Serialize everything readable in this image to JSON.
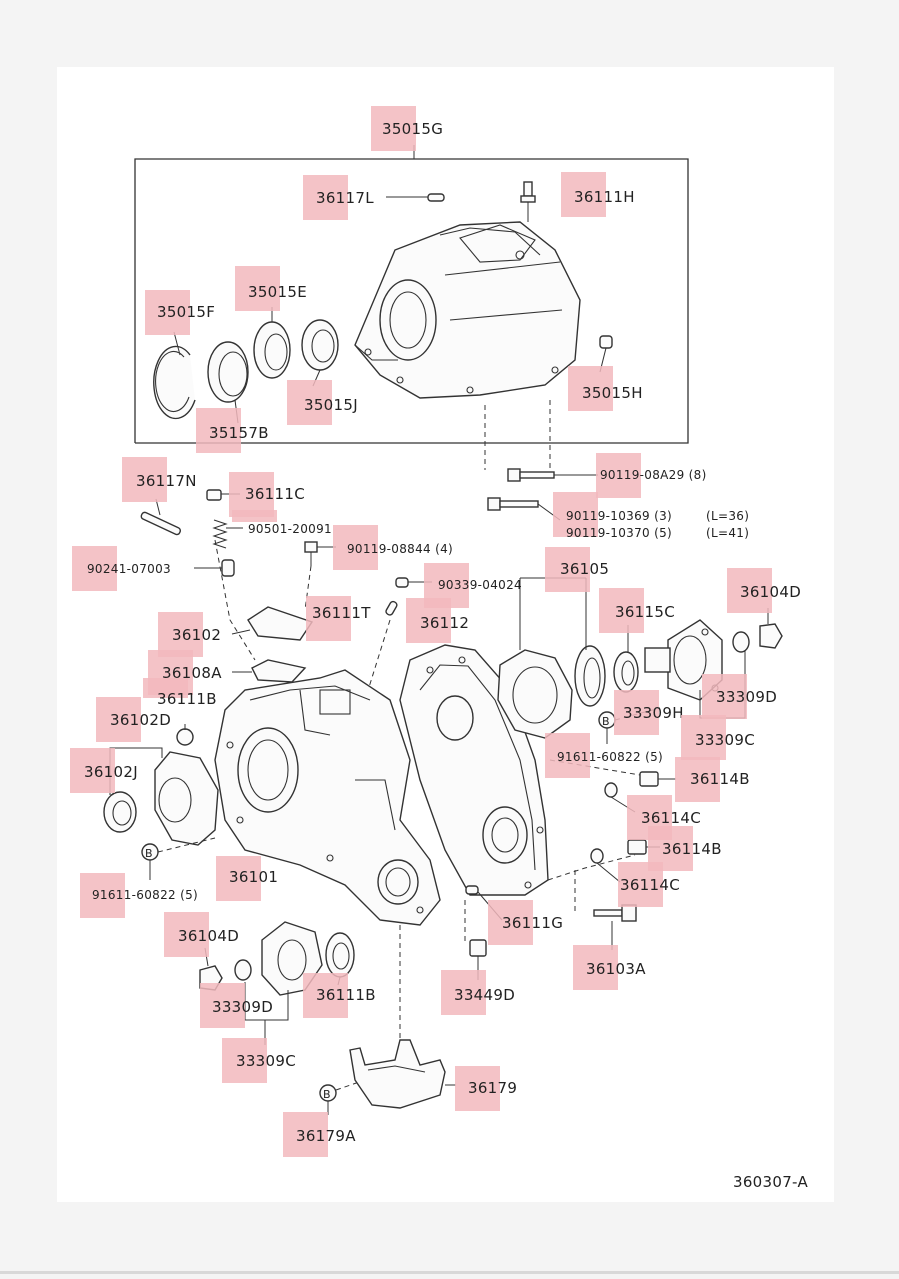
{
  "diagram": {
    "reference_code": "360307-A",
    "marker_letter": "B",
    "highlight_color": "#f2b8bd",
    "labels": {
      "p35015G": "35015G",
      "p36117L": "36117L",
      "p36111H": "36111H",
      "p35015E": "35015E",
      "p35015F": "35015F",
      "p35015J": "35015J",
      "p35015H": "35015H",
      "p35157B": "35157B",
      "p36117N": "36117N",
      "p36111C": "36111C",
      "p90501": "90501-20091",
      "p90119_08844": "90119-08844 (4)",
      "p90241": "90241-07003",
      "p90119_08A29": "90119-08A29 (8)",
      "p90119_10369": "90119-10369 (3)",
      "p90119_10370": "90119-10370 (5)",
      "p90339": "90339-04024",
      "p36105": "36105",
      "p36104D_top": "36104D",
      "p36111T": "36111T",
      "p36112": "36112",
      "p36115C": "36115C",
      "p36102": "36102",
      "p36108A": "36108A",
      "p36111B_top": "36111B",
      "p36102D": "36102D",
      "p33309D_right": "33309D",
      "p33309H": "33309H",
      "p91611_right": "91611-60822 (5)",
      "p33309C_right": "33309C",
      "p36102J": "36102J",
      "p36114B_top": "36114B",
      "p36114C_top": "36114C",
      "p36114B_bottom": "36114B",
      "p36114C_bottom": "36114C",
      "p91611_left": "91611-60822 (5)",
      "p36101": "36101",
      "p36111G": "36111G",
      "p36104D_bottom": "36104D",
      "p36103A": "36103A",
      "p33449D": "33449D",
      "p36111B_bottom": "36111B",
      "p33309D_bottom": "33309D",
      "p33309C_bottom": "33309C",
      "p36179": "36179",
      "p36179A": "36179A"
    },
    "notes": {
      "l36": "(L=36)",
      "l41": "(L=41)"
    }
  }
}
